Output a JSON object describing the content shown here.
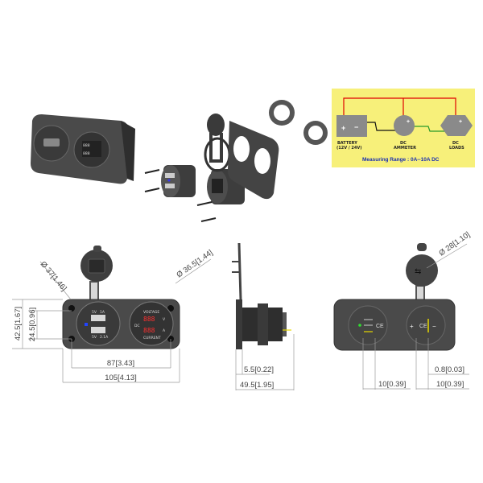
{
  "wiring": {
    "battery_label": "BATTERY",
    "battery_voltage": "(12V / 24V)",
    "ammeter_label_1": "DC",
    "ammeter_label_2": "AMMETER",
    "loads_label_1": "DC",
    "loads_label_2": "LOADS",
    "measuring_range": "Measuring Range : 0A--10A  DC",
    "plus": "+",
    "minus": "−",
    "colors": {
      "background": "#f7f07a",
      "positive_wire": "#e00000",
      "negative_wire": "#111111",
      "load_wire": "#2a9a2a",
      "text_blue": "#1a2fb0"
    }
  },
  "front_view": {
    "usb_labels": [
      "5V",
      "1A",
      "5V",
      "2.1A"
    ],
    "meter_labels": {
      "top": "VOLTAGE",
      "bottom": "CURRENT",
      "left": "DC",
      "volt_unit": "V",
      "amp_unit": "A",
      "digits": "888"
    },
    "dims": {
      "usb_diameter": "Ø 37[1.46]",
      "meter_diameter": "Ø 36.5[1.44]",
      "height_total": "42.5[1.67]",
      "hole_spacing_v": "24.5[0.96]",
      "hole_spacing_h": "87[3.43]",
      "width_total": "105[4.13]"
    }
  },
  "side_view": {
    "dims": {
      "flange": "5.5[0.22]",
      "depth": "49.5[1.95]"
    }
  },
  "rear_view": {
    "ce_mark": "CE",
    "dims": {
      "cap_diameter": "Ø 28[1.10]",
      "terminal_gap": "0.8[0.03]",
      "left_spacing": "10[0.39]",
      "right_spacing": "10[0.39]"
    }
  }
}
